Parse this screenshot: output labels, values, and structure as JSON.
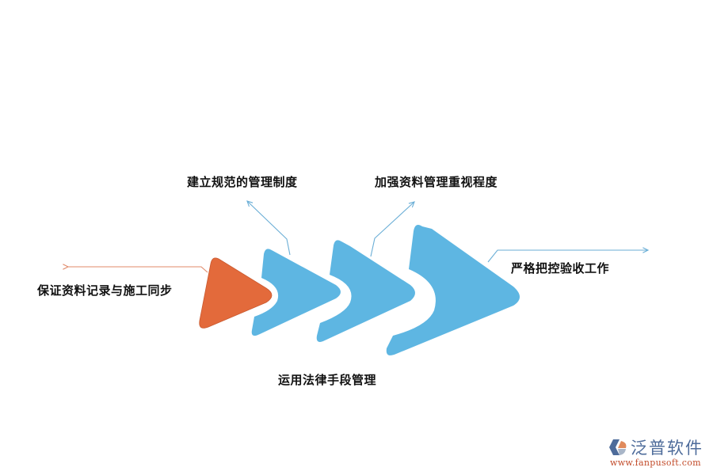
{
  "diagram": {
    "type": "chevron-process",
    "colors": {
      "orange": "#e36a3b",
      "blue": "#5eb6e2",
      "orange_line": "#e08a6a",
      "blue_line": "#6aaed6",
      "text": "#111111"
    },
    "stages": [
      {
        "id": 1,
        "color": "orange",
        "label": "保证资料记录与施工同步",
        "callout": "left"
      },
      {
        "id": 2,
        "color": "blue",
        "label": "建立规范的管理制度",
        "callout": "up-left"
      },
      {
        "id": 3,
        "color": "blue",
        "label": "加强资料管理重视程度",
        "callout": "up-right"
      },
      {
        "id": 4,
        "color": "blue",
        "label": "严格把控验收工作",
        "callout": "right"
      },
      {
        "id": 5,
        "color": "blue",
        "label": "运用法律手段管理",
        "callout": "below"
      }
    ]
  },
  "watermark": {
    "brand": "泛普软件",
    "url": "www.fanpusoft.com"
  }
}
